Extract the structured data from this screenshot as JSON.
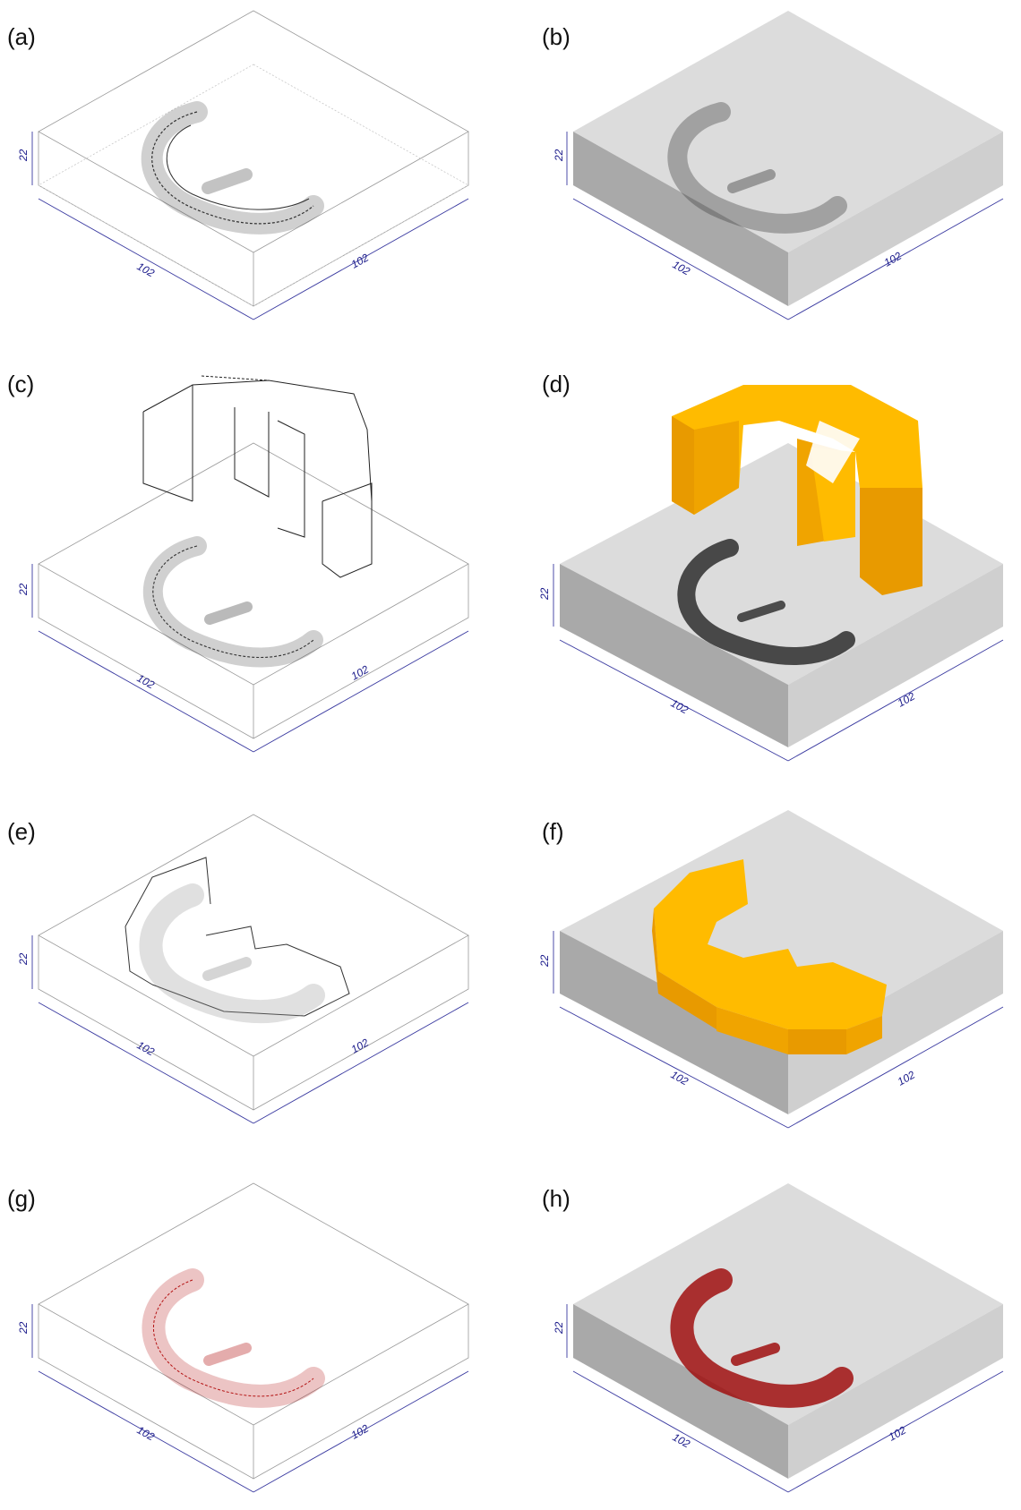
{
  "figure": {
    "panels": [
      {
        "id": "a",
        "label": "(a)",
        "dim_height": "22",
        "dim_left": "102",
        "dim_right": "102",
        "block": "wire",
        "mesh": "grey",
        "support": "none"
      },
      {
        "id": "b",
        "label": "(b)",
        "dim_height": "22",
        "dim_left": "102",
        "dim_right": "102",
        "block": "solid",
        "mesh": "grey",
        "support": "none"
      },
      {
        "id": "c",
        "label": "(c)",
        "dim_height": "22",
        "dim_left": "102",
        "dim_right": "102",
        "block": "wire",
        "mesh": "grey",
        "support": "tall-wire"
      },
      {
        "id": "d",
        "label": "(d)",
        "dim_height": "22",
        "dim_left": "102",
        "dim_right": "102",
        "block": "solid",
        "mesh": "dark",
        "support": "tall-solid"
      },
      {
        "id": "e",
        "label": "(e)",
        "dim_height": "22",
        "dim_left": "102",
        "dim_right": "102",
        "block": "wire",
        "mesh": "grey",
        "support": "low-wire"
      },
      {
        "id": "f",
        "label": "(f)",
        "dim_height": "22",
        "dim_left": "102",
        "dim_right": "102",
        "block": "solid",
        "mesh": "none",
        "support": "low-solid"
      },
      {
        "id": "g",
        "label": "(g)",
        "dim_height": "22",
        "dim_left": "102",
        "dim_right": "102",
        "block": "wire",
        "mesh": "red",
        "support": "none"
      },
      {
        "id": "h",
        "label": "(h)",
        "dim_height": "22",
        "dim_left": "102",
        "dim_right": "102",
        "block": "solid",
        "mesh": "red",
        "support": "none"
      }
    ],
    "colors": {
      "dimension_line": "#3a3aa0",
      "block_top": "#dcdcdc",
      "block_front_left": "#a9a9a9",
      "block_front_right": "#cfcfcf",
      "support_light": "#ffbb00",
      "support_dark": "#e89a00",
      "mesh_grey": "#555555",
      "mesh_red": "#b41414"
    }
  }
}
